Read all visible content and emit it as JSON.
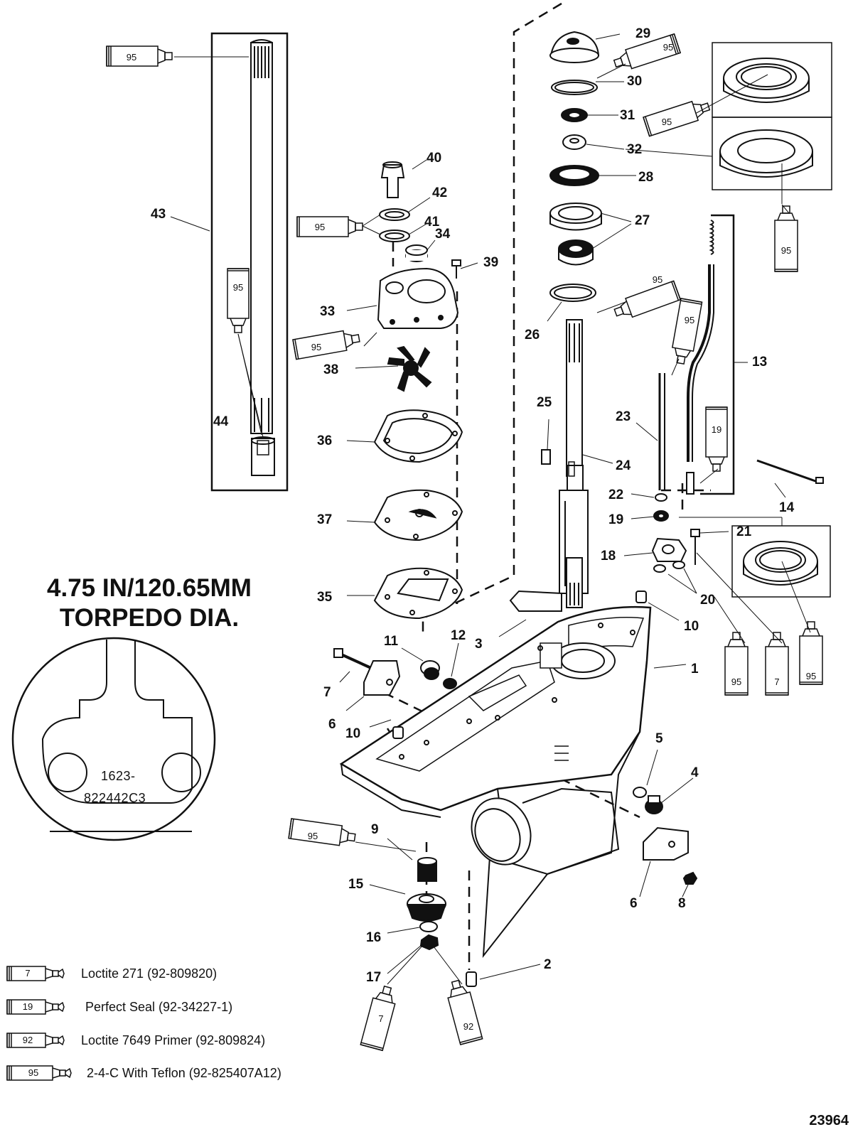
{
  "parts": [
    {
      "id": "p1",
      "text": "1"
    },
    {
      "id": "p2",
      "text": "2"
    },
    {
      "id": "p3",
      "text": "3"
    },
    {
      "id": "p4",
      "text": "4"
    },
    {
      "id": "p5",
      "text": "5"
    },
    {
      "id": "p6a",
      "text": "6"
    },
    {
      "id": "p6b",
      "text": "6"
    },
    {
      "id": "p7",
      "text": "7"
    },
    {
      "id": "p8",
      "text": "8"
    },
    {
      "id": "p9",
      "text": "9"
    },
    {
      "id": "p10a",
      "text": "10"
    },
    {
      "id": "p10b",
      "text": "10"
    },
    {
      "id": "p11",
      "text": "11"
    },
    {
      "id": "p12",
      "text": "12"
    },
    {
      "id": "p13",
      "text": "13"
    },
    {
      "id": "p14",
      "text": "14"
    },
    {
      "id": "p15",
      "text": "15"
    },
    {
      "id": "p16",
      "text": "16"
    },
    {
      "id": "p17",
      "text": "17"
    },
    {
      "id": "p18",
      "text": "18"
    },
    {
      "id": "p19",
      "text": "19"
    },
    {
      "id": "p20",
      "text": "20"
    },
    {
      "id": "p21",
      "text": "21"
    },
    {
      "id": "p22",
      "text": "22"
    },
    {
      "id": "p23",
      "text": "23"
    },
    {
      "id": "p24",
      "text": "24"
    },
    {
      "id": "p25",
      "text": "25"
    },
    {
      "id": "p26",
      "text": "26"
    },
    {
      "id": "p27",
      "text": "27"
    },
    {
      "id": "p28",
      "text": "28"
    },
    {
      "id": "p29",
      "text": "29"
    },
    {
      "id": "p30",
      "text": "30"
    },
    {
      "id": "p31",
      "text": "31"
    },
    {
      "id": "p32",
      "text": "32"
    },
    {
      "id": "p33",
      "text": "33"
    },
    {
      "id": "p34",
      "text": "34"
    },
    {
      "id": "p35",
      "text": "35"
    },
    {
      "id": "p36",
      "text": "36"
    },
    {
      "id": "p37",
      "text": "37"
    },
    {
      "id": "p38",
      "text": "38"
    },
    {
      "id": "p39",
      "text": "39"
    },
    {
      "id": "p40",
      "text": "40"
    },
    {
      "id": "p41",
      "text": "41"
    },
    {
      "id": "p42",
      "text": "42"
    },
    {
      "id": "p43",
      "text": "43"
    },
    {
      "id": "p44",
      "text": "44"
    }
  ],
  "tubes": [
    {
      "id": "t1",
      "text": "95"
    },
    {
      "id": "t2",
      "text": "95"
    },
    {
      "id": "t3",
      "text": "95"
    },
    {
      "id": "t4",
      "text": "95"
    },
    {
      "id": "t5",
      "text": "95"
    },
    {
      "id": "t6",
      "text": "95"
    },
    {
      "id": "t7",
      "text": "95"
    },
    {
      "id": "t8",
      "text": "95"
    },
    {
      "id": "t9",
      "text": "95"
    },
    {
      "id": "t10",
      "text": "19"
    },
    {
      "id": "t11",
      "text": "95"
    },
    {
      "id": "t12",
      "text": "7"
    },
    {
      "id": "t13",
      "text": "95"
    },
    {
      "id": "t14",
      "text": "95"
    },
    {
      "id": "t15",
      "text": "7"
    },
    {
      "id": "t16",
      "text": "92"
    }
  ],
  "spec": {
    "line1": "4.75 IN/120.65MM",
    "line2": "TORPEDO DIA."
  },
  "stamp": {
    "line1": "1623-",
    "line2": "822442C3"
  },
  "legend": [
    {
      "num": "7",
      "text": "Loctite 271 (92-809820)"
    },
    {
      "num": "19",
      "text": "Perfect Seal (92-34227-1)"
    },
    {
      "num": "92",
      "text": "Loctite 7649 Primer (92-809824)"
    },
    {
      "num": "95",
      "text": "2-4-C  With Teflon (92-825407A12)"
    }
  ],
  "figure_number": "23964"
}
